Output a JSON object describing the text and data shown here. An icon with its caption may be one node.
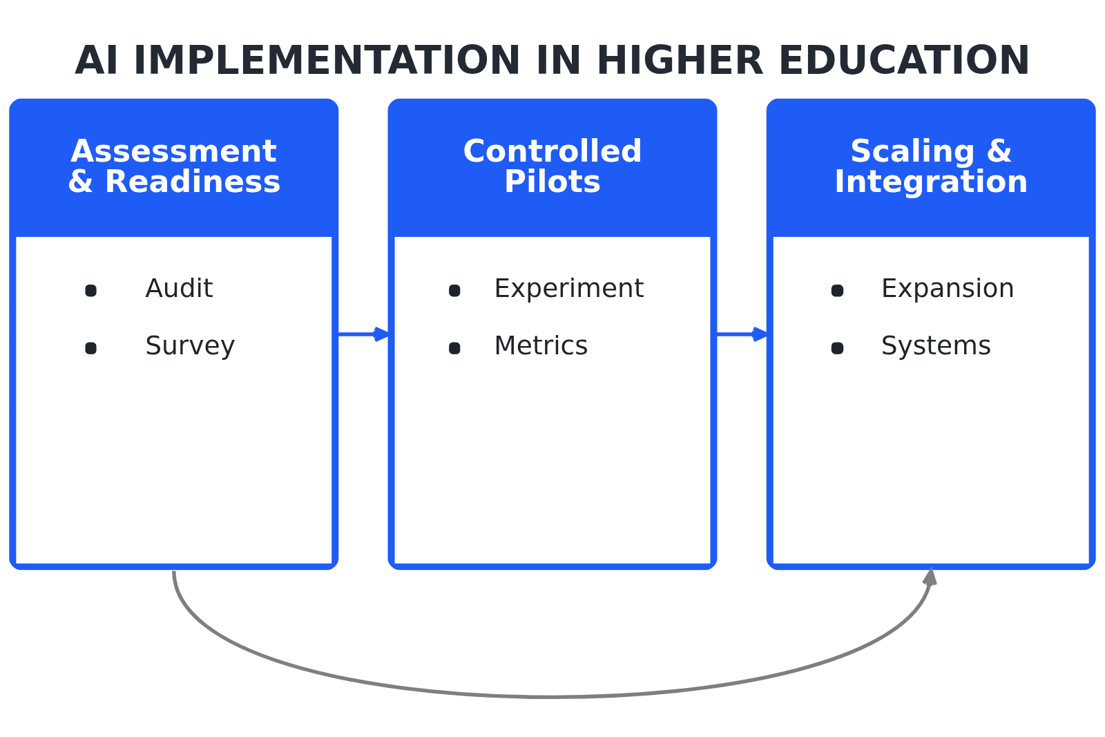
{
  "diagram": {
    "title": "AI IMPLEMENTATION IN HIGHER EDUCATION",
    "nodes": [
      {
        "text": [
          "Assessment & Readiness",
          "Audit",
          "Survey"
        ]
      },
      {
        "text": [
          "Controlled Pilots",
          "Experiment",
          "Metrics"
        ]
      },
      {
        "text": [
          "Scaling & Integration",
          "Expansion",
          "Systems"
        ]
      }
    ],
    "edges": [
      {
        "from": 0,
        "to": 1,
        "arrow": "to"
      },
      {
        "from": 1,
        "to": 2,
        "arrow": "to"
      },
      {
        "from": 0,
        "to": 2,
        "arrow": "to",
        "color": "#7f7f7f"
      }
    ]
  }
}
